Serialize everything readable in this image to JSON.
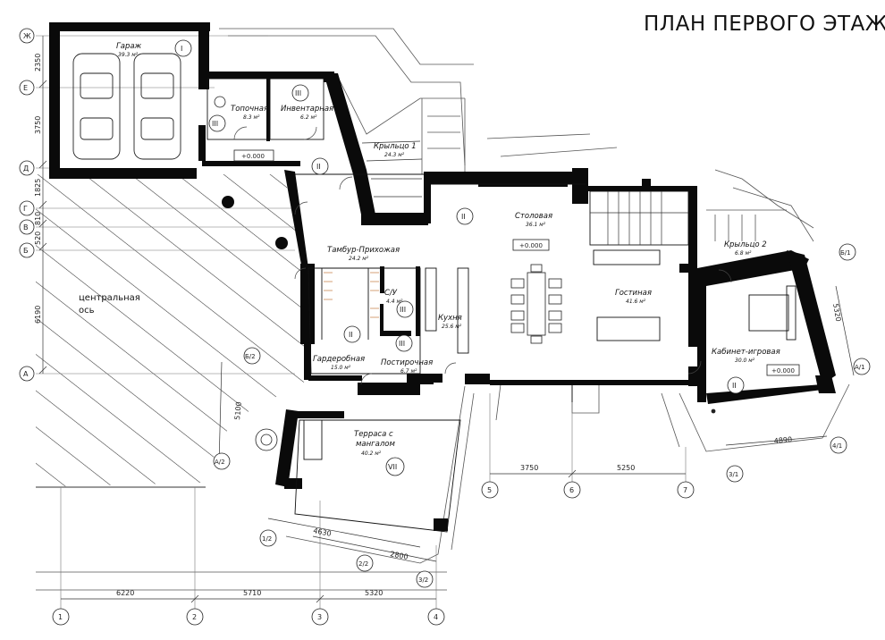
{
  "title": "ПЛАН ПЕРВОГО ЭТАЖА",
  "rooms": [
    {
      "name": "Гараж",
      "area": "39.3 м²"
    },
    {
      "name": "Топочная",
      "area": "8.3 м²"
    },
    {
      "name": "Инвентарная",
      "area": "6.2 м²"
    },
    {
      "name": "Крыльцо 1",
      "area": "24.3 м²"
    },
    {
      "name": "Столовая",
      "area": "36.1 м²"
    },
    {
      "name": "Тамбур-Прихожая",
      "area": "24.2 м²"
    },
    {
      "name": "С/У",
      "area": "4.4 м²"
    },
    {
      "name": "Кухня",
      "area": "25.6 м²"
    },
    {
      "name": "Гостиная",
      "area": "41.6 м²"
    },
    {
      "name": "Крыльцо 2",
      "area": "6.8 м²"
    },
    {
      "name": "Гардеробная",
      "area": "15.0 м²"
    },
    {
      "name": "Постирочная",
      "area": "6.7 м²"
    },
    {
      "name": "Кабинет-игровая",
      "area": "30.0 м²"
    },
    {
      "name": "Терраса с",
      "name2": "мангалом",
      "area": "40.2 м²"
    }
  ],
  "levels": {
    "garage": "+0.000",
    "dining": "+0.000",
    "office": "+0.000"
  },
  "central_axis": {
    "line1": "центральная",
    "line2": "ось"
  },
  "roman": {
    "I1": "I",
    "I2": "I",
    "III1": "III",
    "III2": "III",
    "II1": "II",
    "II2": "II",
    "II3": "II",
    "III3": "III",
    "III4": "III",
    "II4": "II",
    "VII": "VII"
  },
  "axes_left": [
    "Ж",
    "Е",
    "Д",
    "Г",
    "В",
    "Б",
    "А"
  ],
  "axes_left_dims": [
    "2350",
    "3750",
    "1825",
    "810",
    "520",
    "6190"
  ],
  "axes_bottom": [
    "1",
    "2",
    "3",
    "4"
  ],
  "axes_bottom_dims": [
    "6220",
    "5710",
    "5320"
  ],
  "axes_mid": [
    "5",
    "6",
    "7"
  ],
  "axes_mid_dims": [
    "3750",
    "5250"
  ],
  "axes_other": {
    "b2": "Б/2",
    "a2": "А/2",
    "b1": "Б/1",
    "a1": "А/1",
    "x12": "1/2",
    "x22": "2/2",
    "x32": "3/2",
    "x31": "3/1",
    "x41": "4/1"
  },
  "other_dims": {
    "d5100": "5100",
    "d4630": "4630",
    "d2800": "2800",
    "d5320": "5320",
    "d4890": "4890"
  }
}
